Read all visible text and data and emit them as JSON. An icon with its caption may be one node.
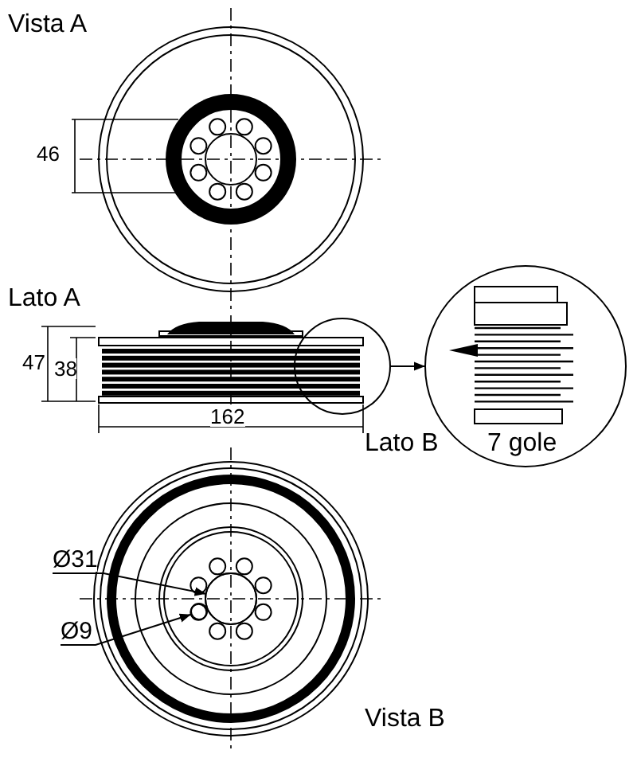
{
  "diagram": {
    "nodes": [
      {
        "text": [],
        "shape": "circle"
      },
      {
        "text": [],
        "shape": "circle"
      },
      {
        "text": [
          "Ø31"
        ]
      },
      {
        "text": [],
        "shape": "circle"
      },
      {
        "text": [
          "Ø9"
        ]
      },
      {
        "text": [],
        "shape": "circle"
      }
    ],
    "edges": [
      {
        "from": 0,
        "to": 1,
        "arrow": "to"
      },
      {
        "from": 2,
        "to": 3,
        "arrow": "to"
      },
      {
        "from": 4,
        "to": 5,
        "arrow": "to"
      }
    ],
    "labels": [
      "Vista A",
      "46",
      "Lato A",
      "47",
      "38",
      "162",
      "Lato B",
      "7 gole",
      "Vista B"
    ]
  }
}
